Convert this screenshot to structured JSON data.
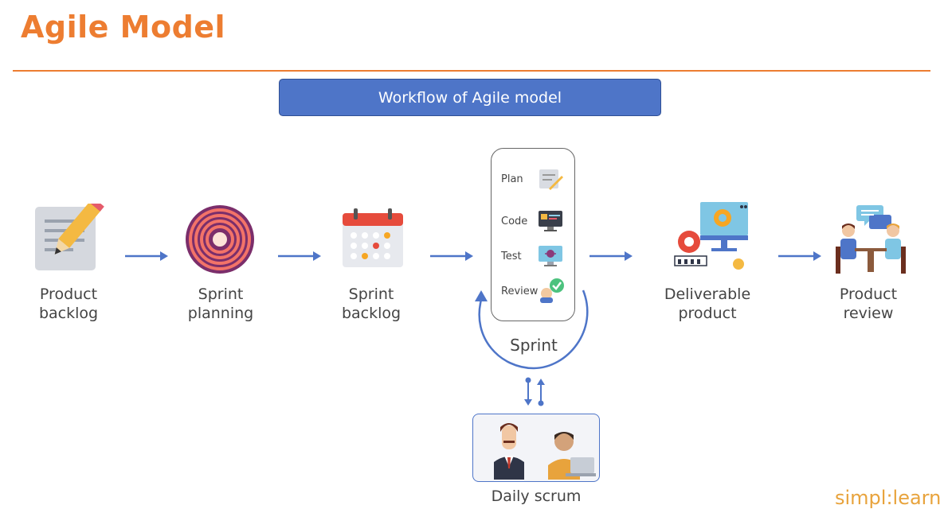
{
  "title": "Agile Model",
  "banner": "Workflow of Agile model",
  "stages": [
    {
      "label_line1": "Product",
      "label_line2": "backlog"
    },
    {
      "label_line1": "Sprint",
      "label_line2": "planning"
    },
    {
      "label_line1": "Sprint",
      "label_line2": "backlog"
    },
    {
      "label_line1": "Deliverable",
      "label_line2": "product"
    },
    {
      "label_line1": "Product",
      "label_line2": "review"
    }
  ],
  "sprint": {
    "label": "Sprint",
    "steps": [
      "Plan",
      "Code",
      "Test",
      "Review"
    ]
  },
  "scrum": {
    "label": "Daily scrum"
  },
  "brand": "simpl:learn",
  "colors": {
    "accent": "#ED7D31",
    "banner": "#4E75C8",
    "arrow": "#4E75C8",
    "text": "#444444"
  }
}
